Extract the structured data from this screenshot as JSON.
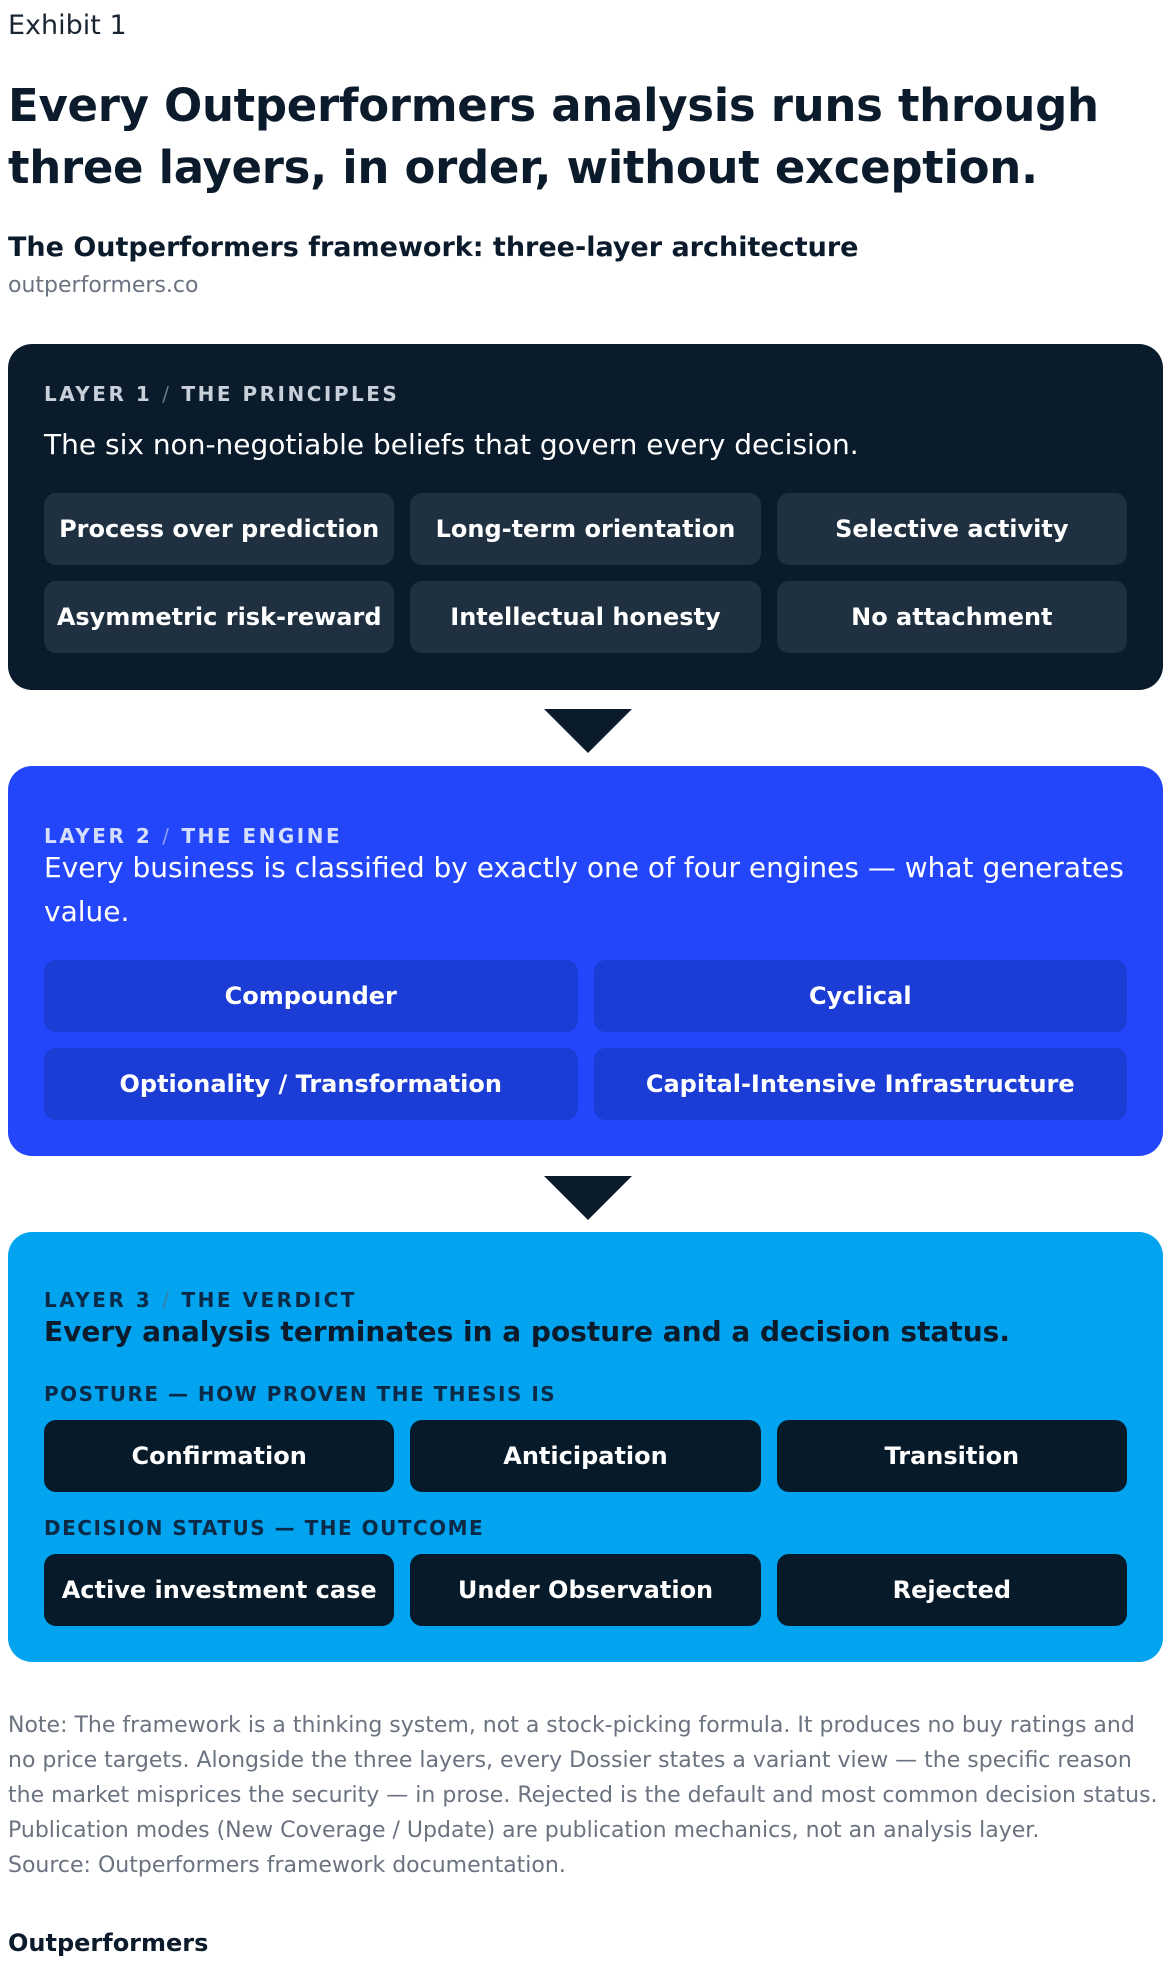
{
  "header": {
    "exhibit": "Exhibit 1",
    "title": "Every Outperformers analysis runs through three layers, in order, without exception.",
    "subtitle": "The Outperformers framework: three-layer architecture",
    "source_url": "outperformers.co"
  },
  "layers": {
    "principles": {
      "label": "LAYER 1",
      "separator": "/",
      "name": "THE PRINCIPLES",
      "description": "The six non-negotiable beliefs that govern every decision.",
      "items": [
        "Process over prediction",
        "Long-term orientation",
        "Selective activity",
        "Asymmetric risk-reward",
        "Intellectual honesty",
        "No attachment"
      ],
      "color": "#0a1b2b"
    },
    "engine": {
      "label": "LAYER 2",
      "separator": "/",
      "name": "THE ENGINE",
      "description": "Every business is classified by exactly one of four engines — what generates value.",
      "items": [
        "Compounder",
        "Cyclical",
        "Optionality / Transformation",
        "Capital-Intensive Infrastructure"
      ],
      "color": "#2346fb"
    },
    "verdict": {
      "label": "LAYER 3",
      "separator": "/",
      "name": "THE VERDICT",
      "description": "Every analysis terminates in a posture and a decision status.",
      "posture_label": "POSTURE — HOW PROVEN THE THESIS IS",
      "postures": [
        "Confirmation",
        "Anticipation",
        "Transition"
      ],
      "decision_label": "DECISION STATUS — THE OUTCOME",
      "decisions": [
        "Active investment case",
        "Under Observation",
        "Rejected"
      ],
      "color": "#02a4ef"
    }
  },
  "flow_arrows": [
    "arrow-down-icon",
    "arrow-down-icon"
  ],
  "footer": {
    "note": "Note: The framework is a thinking system, not a stock-picking formula. It produces no buy ratings and no price targets. Alongside the three layers, every Dossier states a variant view — the specific reason the market misprices the security — in prose. Rejected is the default and most common decision status. Publication modes (New Coverage / Update) are publication mechanics, not an analysis layer.",
    "source": "Source: Outperformers framework documentation.",
    "brand": "Outperformers"
  }
}
